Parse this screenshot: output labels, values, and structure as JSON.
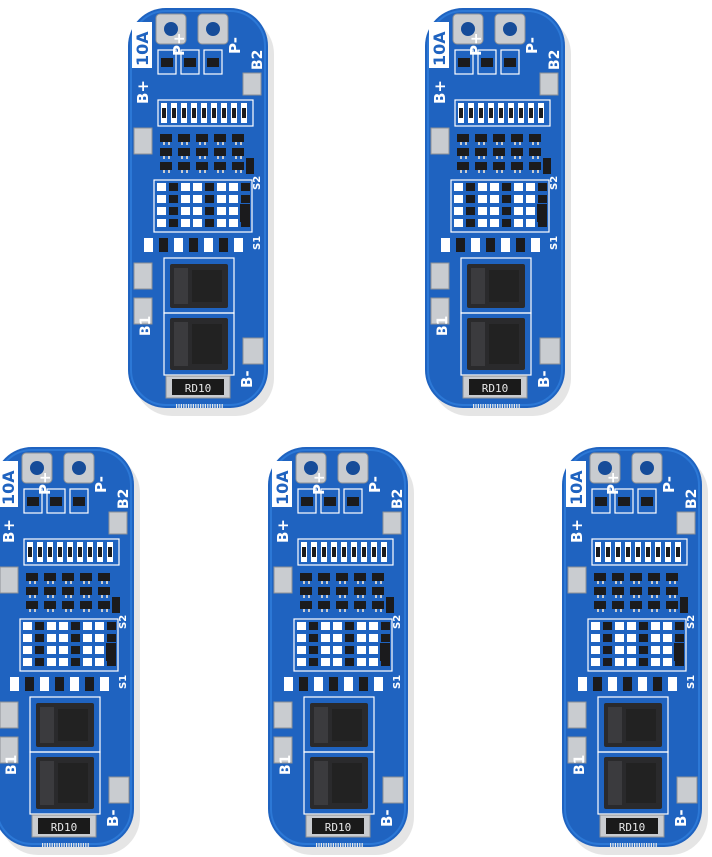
{
  "colors": {
    "background": "#ffffff",
    "pcb": "#1f63c0",
    "pcb_dark": "#164c99",
    "pcb_edge": "#2c78d6",
    "pad": "#c9ccd0",
    "pad_dark": "#8d9196",
    "silk": "#ffffff",
    "component": "#1b1b1d",
    "mosfet": "#2a2a2c"
  },
  "board_labels": {
    "current_rating": "10A",
    "p_plus": "P+",
    "p_minus": "P-",
    "b_plus": "B+",
    "b1": "B1",
    "b2": "B2",
    "b_minus": "B-",
    "s1": "S1",
    "s2": "S2",
    "shunt": "RD10"
  },
  "boards": [
    {
      "id": "top-left"
    },
    {
      "id": "top-right"
    },
    {
      "id": "bottom-left"
    },
    {
      "id": "bottom-center"
    },
    {
      "id": "bottom-right"
    }
  ]
}
